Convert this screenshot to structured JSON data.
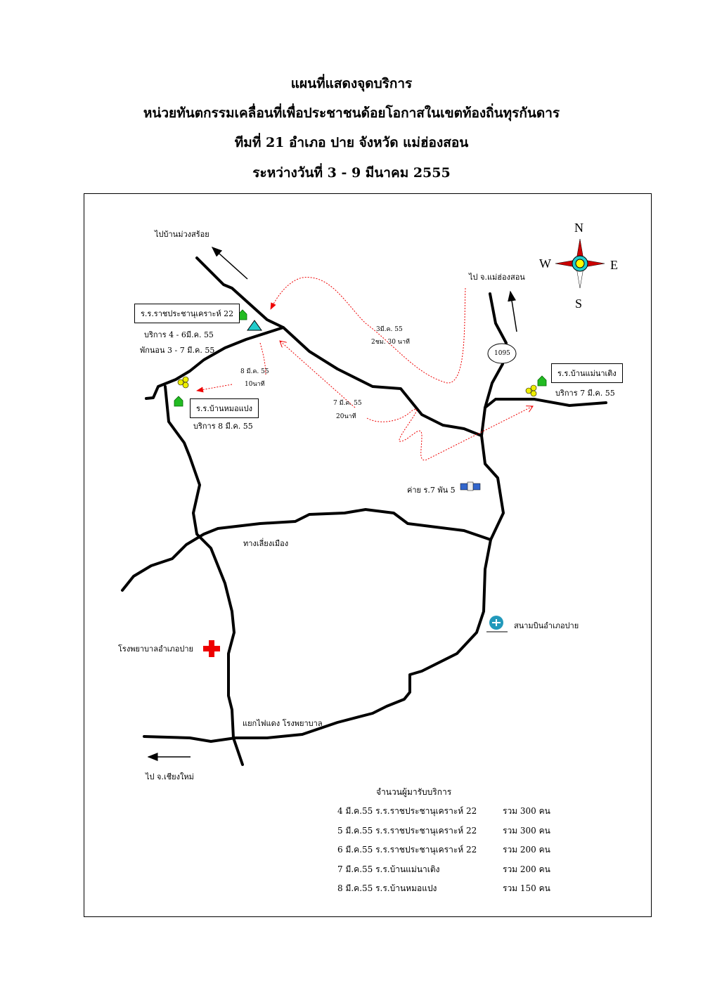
{
  "title": {
    "line1": "แผนที่แสดงจุดบริการ",
    "line2": "หน่วยทันตกรรมเคลื่อนที่เพื่อประชาชนด้อยโอกาสในเขตท้องถิ่นทุรกันดาร",
    "line3": "ทีมที่ 21 อำเภอ ปาย     จังหวัด แม่ฮ่องสอน",
    "line4": "ระหว่างวันที่ 3 - 9 มีนาคม 2555"
  },
  "compass": {
    "n": "N",
    "s": "S",
    "e": "E",
    "w": "W"
  },
  "labels": {
    "to_muang_soi": "ไปบ้านม่วงสร้อย",
    "to_mae_hong_son": "ไป จ.แม่ฮ่องสอน",
    "to_chiang_mai": "ไป จ.เชียงใหม่",
    "route_number": "1095",
    "bypass": "ทางเลี่ยงเมือง",
    "hospital": "โรงพยาบาลอำเภอปาย",
    "traffic_light": "แยกไฟแดง โรงพยาบาล",
    "airport": "สนามบินอำเภอปาย",
    "camp": "ค่าย ร.7 พัน 5"
  },
  "schools": [
    {
      "name": "ร.ร.ราชประชานุเคราะห์ 22",
      "service": "บริการ 4 - 6มี.ค. 55",
      "stay": "พักนอน 3 -  7 มี.ค. 55"
    },
    {
      "name": "ร.ร.บ้านหมอแปง",
      "service": "บริการ 8 มี.ค. 55"
    },
    {
      "name": "ร.ร.บ้านแม่นาเติง",
      "service": "บริการ 7 มี.ค. 55"
    }
  ],
  "trips": [
    {
      "date": "3มี.ค. 55",
      "duration": "2ชม. 30 นาที"
    },
    {
      "date": "8 มี.ค. 55",
      "duration": "10นาที"
    },
    {
      "date": "7 มี.ค. 55",
      "duration": "20นาที"
    }
  ],
  "summary": {
    "heading": "จำนวนผู้มารับบริการ",
    "rows": [
      {
        "entry": "4 มี.ค.55  ร.ร.ราชประชานุเคราะห์ 22",
        "total": "รวม  300  คน"
      },
      {
        "entry": "5 มี.ค.55  ร.ร.ราชประชานุเคราะห์ 22",
        "total": "รวม  300  คน"
      },
      {
        "entry": "6 มี.ค.55  ร.ร.ราชประชานุเคราะห์ 22",
        "total": "รวม  200  คน"
      },
      {
        "entry": "7 มี.ค.55  ร.ร.บ้านแม่นาเติง",
        "total": "รวม  200  คน"
      },
      {
        "entry": "8 มี.ค.55  ร.ร.บ้านหมอแปง",
        "total": "รวม  150  คน"
      }
    ]
  },
  "colors": {
    "road": "#000000",
    "route": "#e00000",
    "hospital": "#ee0000",
    "school": "#22bb22"
  }
}
